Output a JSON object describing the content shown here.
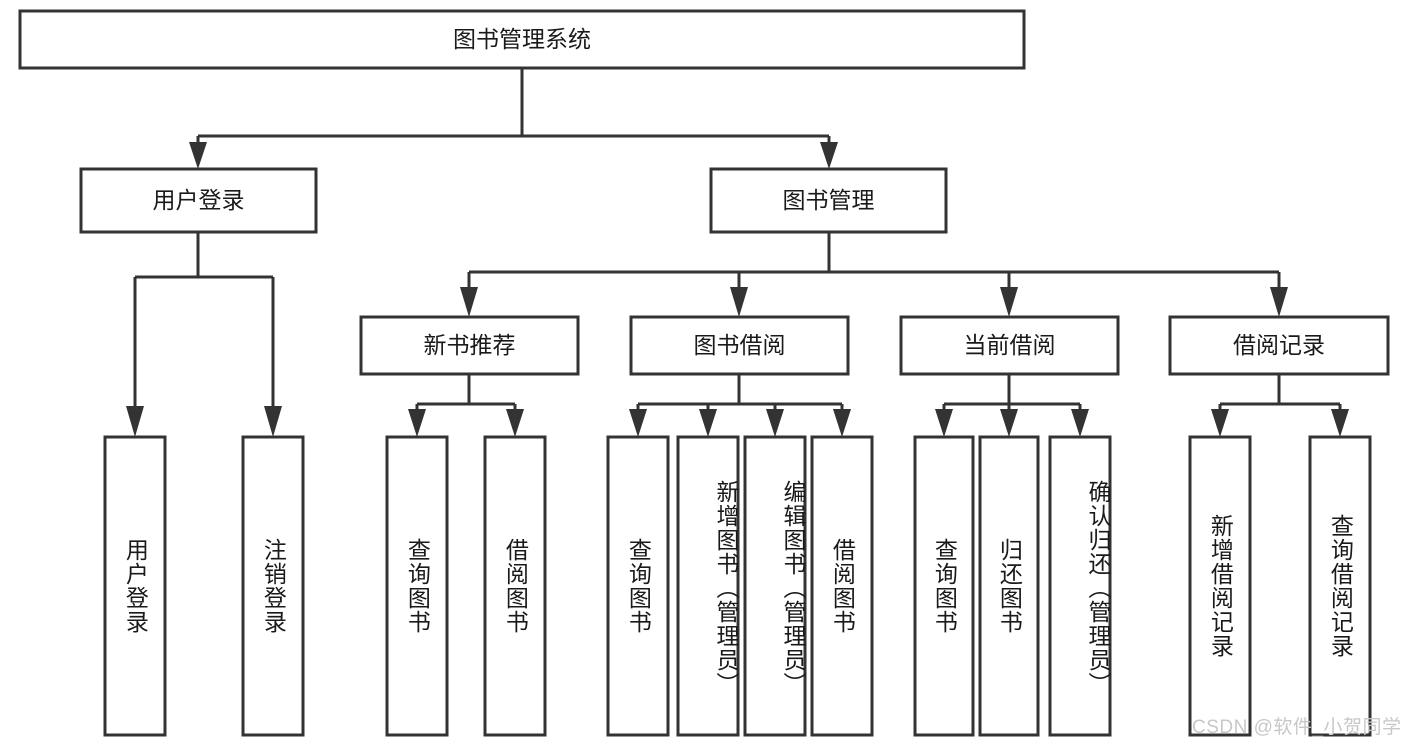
{
  "diagram": {
    "title": "图书管理系统",
    "type": "tree-hierarchy",
    "watermark": "CSDN @软件_小贺同学",
    "colors": {
      "stroke": "#333333",
      "fill": "#ffffff",
      "text": "#1a1a1a",
      "watermark": "#c8c8c8",
      "background": "#ffffff"
    },
    "root": {
      "label": "图书管理系统"
    },
    "level2": [
      {
        "label": "用户登录"
      },
      {
        "label": "图书管理"
      }
    ],
    "level3": [
      {
        "label": "新书推荐"
      },
      {
        "label": "图书借阅"
      },
      {
        "label": "当前借阅"
      },
      {
        "label": "借阅记录"
      }
    ],
    "leaves": {
      "user_login": [
        {
          "label": "用户登录"
        },
        {
          "label": "注销登录"
        }
      ],
      "new_book_recommend": [
        {
          "label": "查询图书"
        },
        {
          "label": "借阅图书"
        }
      ],
      "book_borrow": [
        {
          "label": "查询图书"
        },
        {
          "label": "新增图书（管理员）"
        },
        {
          "label": "编辑图书（管理员）"
        },
        {
          "label": "借阅图书"
        }
      ],
      "current_borrow": [
        {
          "label": "查询图书"
        },
        {
          "label": "归还图书"
        },
        {
          "label": "确认归还（管理员）"
        }
      ],
      "borrow_record": [
        {
          "label": "新增借阅记录"
        },
        {
          "label": "查询借阅记录"
        }
      ]
    }
  }
}
